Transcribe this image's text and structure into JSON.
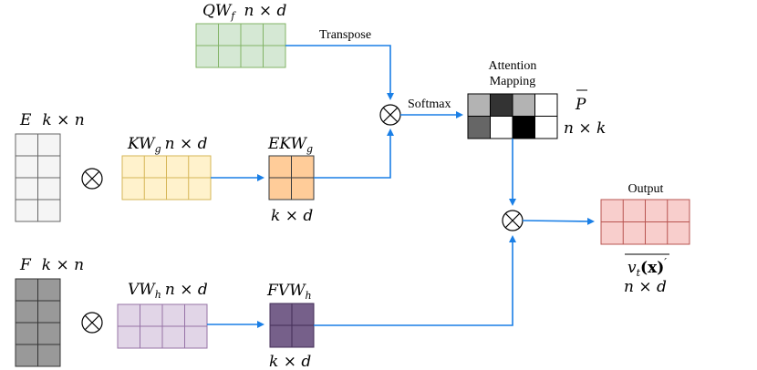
{
  "labels": {
    "qwf": "QW",
    "qwf_sub": "f",
    "qwf_dim": "n × d",
    "transpose": "Transpose",
    "softmax": "Softmax",
    "attention_line1": "Attention",
    "attention_line2": "Mapping",
    "pbar": "P",
    "pbar_dim": "n × k",
    "e": "E",
    "e_dim": "k × n",
    "kwg": "KW",
    "kwg_sub": "g",
    "kwg_dim": "n × d",
    "ekwg": "EKW",
    "ekwg_sub": "g",
    "ekwg_dim": "k × d",
    "output": "Output",
    "vt": "v",
    "vt_sub": "t",
    "vt_arg": "(x)",
    "vt_prime": "′",
    "out_dim": "n × d",
    "f": "F",
    "f_dim": "k × n",
    "vwh": "VW",
    "vwh_sub": "h",
    "vwh_dim": "n × d",
    "fvwh": "FVW",
    "fvwh_sub": "h",
    "fvwh_dim": "k × d",
    "otimes": "⊗"
  },
  "colors": {
    "qwf": "#d5e8d4",
    "qwf_border": "#82b366",
    "e": "#f5f5f5",
    "e_border": "#666666",
    "kwg": "#fff2cc",
    "kwg_border": "#d6b656",
    "ekwg": "#ffcc99",
    "ekwg_border": "#36393d",
    "f": "#999999",
    "f_border": "#333333",
    "vwh": "#e1d5e7",
    "vwh_border": "#9673a6",
    "fvwh": "#76608a",
    "fvwh_border": "#432d57",
    "output": "#f8cecc",
    "output_border": "#b85450",
    "arrow": "#1a7fe6"
  },
  "attention_cells": [
    [
      "#b3b3b3",
      "#333333",
      "#b3b3b3",
      "#ffffff"
    ],
    [
      "#666666",
      "#ffffff",
      "#000000",
      "#ffffff"
    ]
  ]
}
